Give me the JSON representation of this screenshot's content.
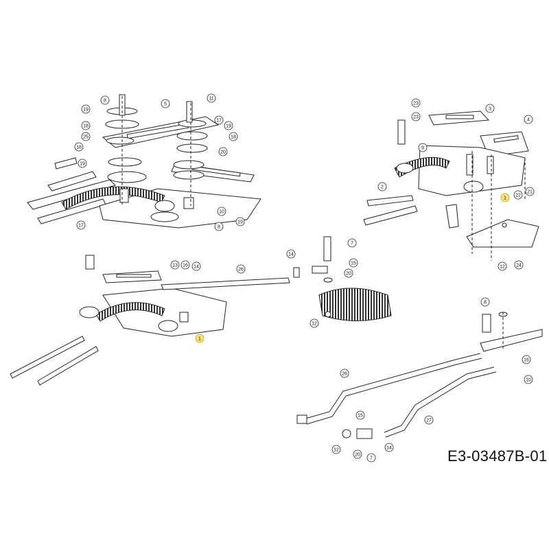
{
  "drawing_code": "E3-03487B-01",
  "callouts": {
    "top_left": [
      "8",
      "19",
      "18",
      "25",
      "18",
      "19",
      "5",
      "11",
      "17",
      "19",
      "18",
      "20",
      "8",
      "10",
      "19",
      "17"
    ],
    "top_right": [
      "23",
      "23",
      "3",
      "4",
      "9",
      "2",
      "21",
      "22",
      "1",
      "12",
      "24"
    ],
    "middle_left": [
      "13",
      "16",
      "14",
      "26",
      "1"
    ],
    "middle_center": [
      "14",
      "7",
      "15",
      "20",
      "12"
    ],
    "bottom_right": [
      "8",
      "16",
      "10",
      "26",
      "27",
      "15",
      "12",
      "20",
      "7",
      "14"
    ]
  },
  "highlight_color": "#f5e27a",
  "line_color": "#222222"
}
